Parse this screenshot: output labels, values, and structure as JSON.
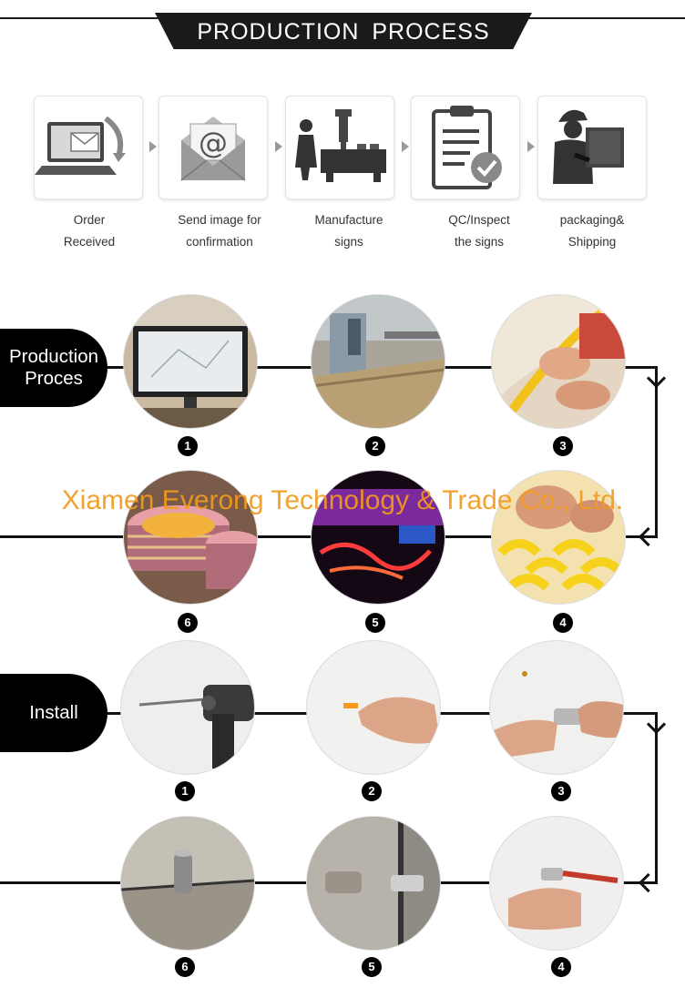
{
  "header": {
    "title": "PRODUCTION  PROCESS"
  },
  "steps": [
    {
      "label": "Order\nReceived",
      "icon": "email-laptop-icon"
    },
    {
      "label": "Send image for\nconfirmation",
      "icon": "at-envelope-icon"
    },
    {
      "label": "Manufacture\nsigns",
      "icon": "factory-worker-icon"
    },
    {
      "label": "QC/Inspect\nthe signs",
      "icon": "clipboard-check-icon"
    },
    {
      "label": "packaging&\nShipping",
      "icon": "delivery-person-icon"
    }
  ],
  "production": {
    "label": "Production\nProces",
    "badges": [
      "1",
      "2",
      "3",
      "4",
      "5",
      "6"
    ]
  },
  "install": {
    "label": "Install",
    "badges": [
      "1",
      "2",
      "3",
      "4",
      "5",
      "6"
    ]
  },
  "watermark": "Xiamen Everong Technology & Trade Co., Ltd.",
  "colors": {
    "accent": "#f39a1e",
    "dark": "#111111"
  }
}
